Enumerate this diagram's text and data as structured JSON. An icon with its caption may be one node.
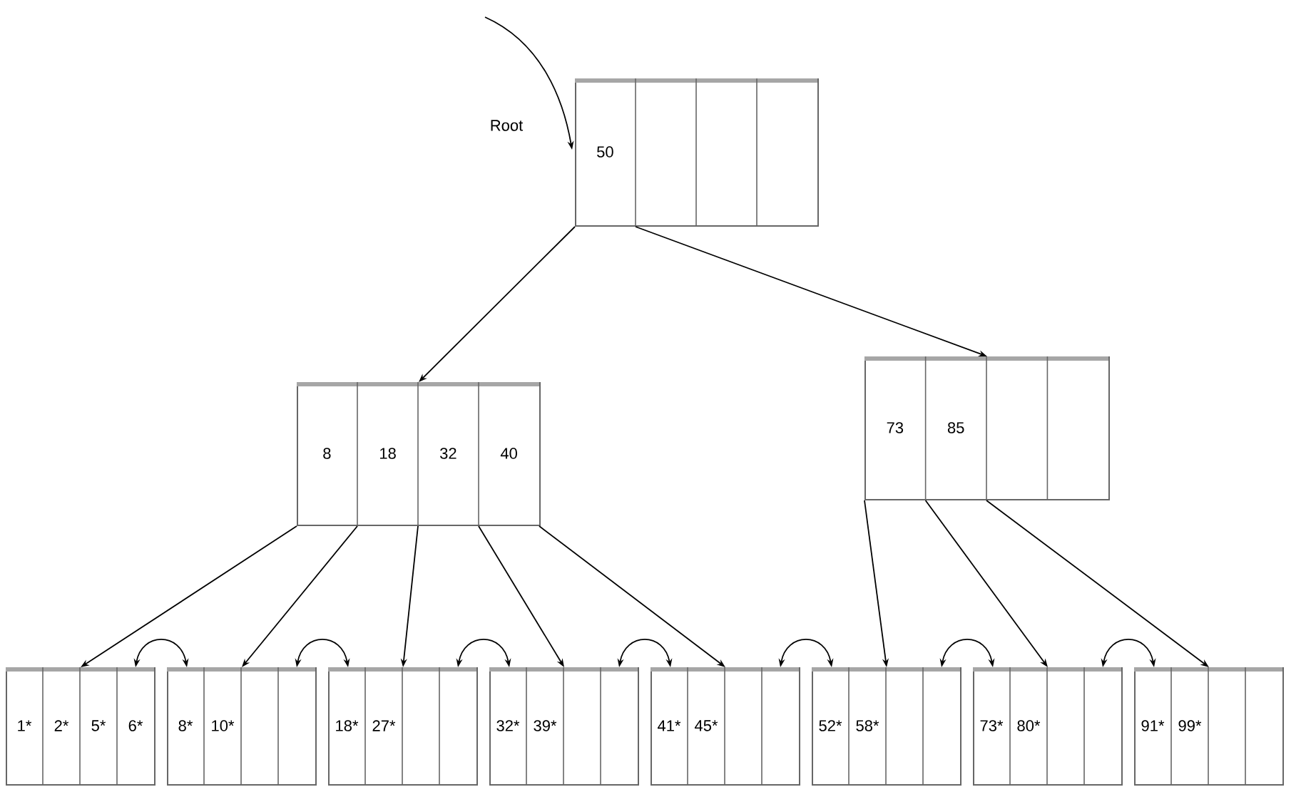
{
  "diagram": {
    "nodes": [
      {
        "text": [
          "50"
        ]
      },
      {
        "text": [
          "8",
          "18",
          "32",
          "40"
        ]
      },
      {
        "text": [
          "73",
          "85"
        ]
      },
      {
        "text": [
          "1*",
          "2*",
          "5*",
          "6*"
        ]
      },
      {
        "text": [
          "8*",
          "10*"
        ]
      },
      {
        "text": [
          "18*",
          "27*"
        ]
      },
      {
        "text": [
          "32*",
          "39*"
        ]
      },
      {
        "text": [
          "41*",
          "45*"
        ]
      },
      {
        "text": [
          "52*",
          "58*"
        ]
      },
      {
        "text": [
          "73*",
          "80*"
        ]
      },
      {
        "text": [
          "91*",
          "99*"
        ]
      }
    ],
    "edges": [
      {
        "from": null,
        "to": 0,
        "arrow": "to"
      },
      {
        "from": 0,
        "to": 1,
        "arrow": "to"
      },
      {
        "from": 0,
        "to": 2,
        "arrow": "to"
      },
      {
        "from": 1,
        "to": 3,
        "arrow": "to"
      },
      {
        "from": 1,
        "to": 4,
        "arrow": "to"
      },
      {
        "from": 1,
        "to": 5,
        "arrow": "to"
      },
      {
        "from": 1,
        "to": 6,
        "arrow": "to"
      },
      {
        "from": 1,
        "to": 7,
        "arrow": "to"
      },
      {
        "from": 2,
        "to": 8,
        "arrow": "to"
      },
      {
        "from": 2,
        "to": 9,
        "arrow": "to"
      },
      {
        "from": 2,
        "to": 10,
        "arrow": "to"
      },
      {
        "from": 3,
        "to": 4,
        "arrow": "both"
      },
      {
        "from": 4,
        "to": 5,
        "arrow": "both"
      },
      {
        "from": 5,
        "to": 6,
        "arrow": "both"
      },
      {
        "from": 6,
        "to": 7,
        "arrow": "both"
      },
      {
        "from": 7,
        "to": 8,
        "arrow": "both"
      },
      {
        "from": 8,
        "to": 9,
        "arrow": "both"
      },
      {
        "from": 9,
        "to": 10,
        "arrow": "both"
      }
    ],
    "labels": [
      "Root"
    ]
  }
}
